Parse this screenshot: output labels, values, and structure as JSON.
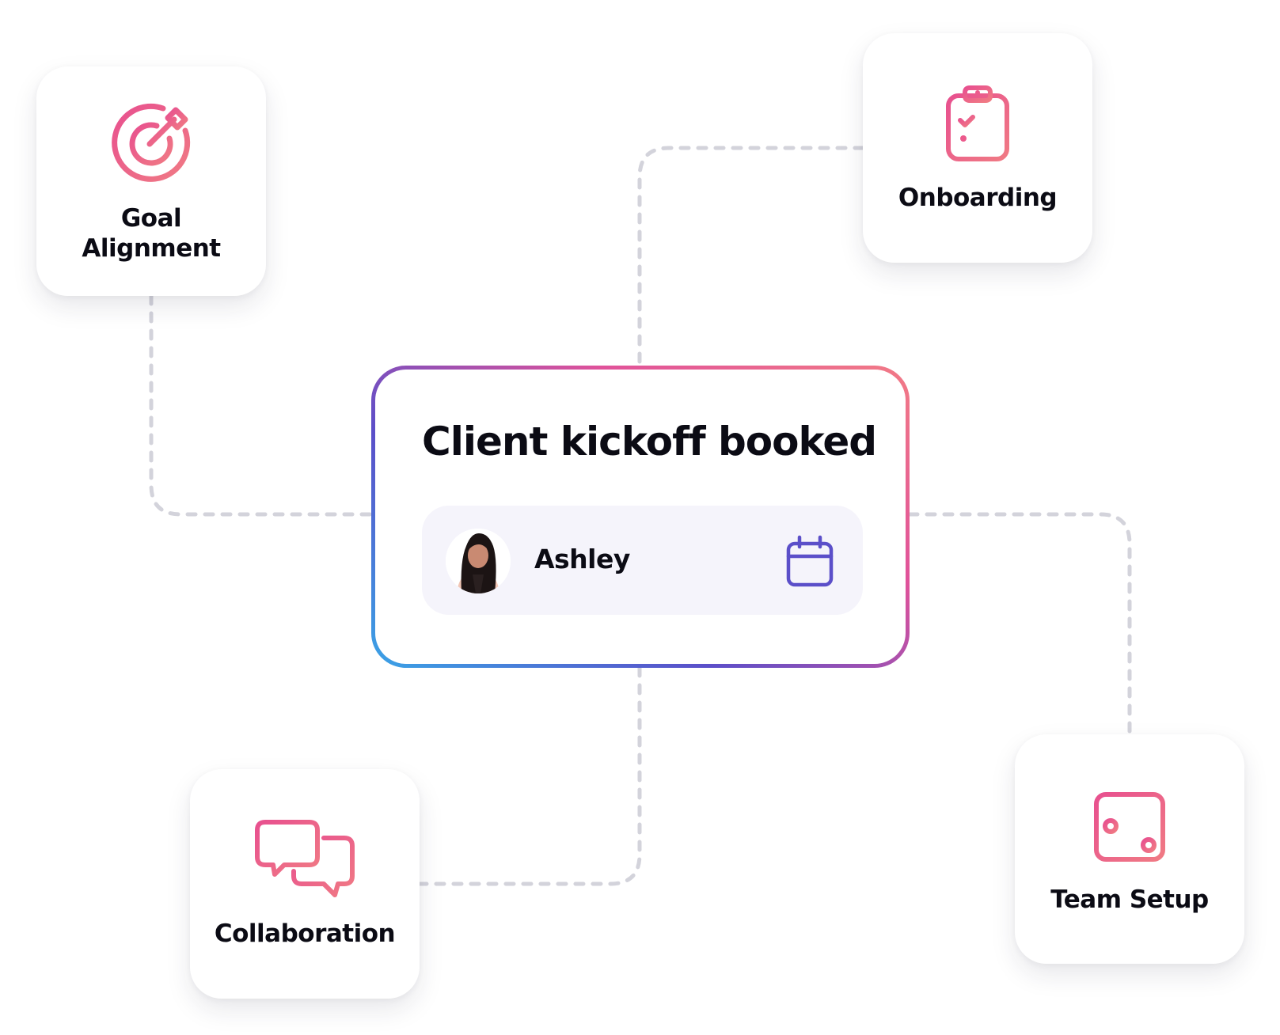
{
  "colors": {
    "accent_pink": "#ed5a8c",
    "accent_purple": "#5b4fc9",
    "accent_blue": "#3aa3e6",
    "connector_gray": "#d3d3db",
    "text": "#0b0b14",
    "row_background": "#f5f4fb"
  },
  "nodes": {
    "goal_alignment": {
      "label": "Goal Alignment",
      "icon": "target-arrow-icon"
    },
    "onboarding": {
      "label": "Onboarding",
      "icon": "clipboard-checklist-icon"
    },
    "collaboration": {
      "label": "Collaboration",
      "icon": "chat-bubbles-icon"
    },
    "team_setup": {
      "label": "Team Setup",
      "icon": "calendar-settings-icon"
    }
  },
  "main_card": {
    "title": "Client kickoff booked",
    "person": {
      "name": "Ashley",
      "avatar_icon": "avatar-photo",
      "action_icon": "calendar-icon"
    }
  }
}
